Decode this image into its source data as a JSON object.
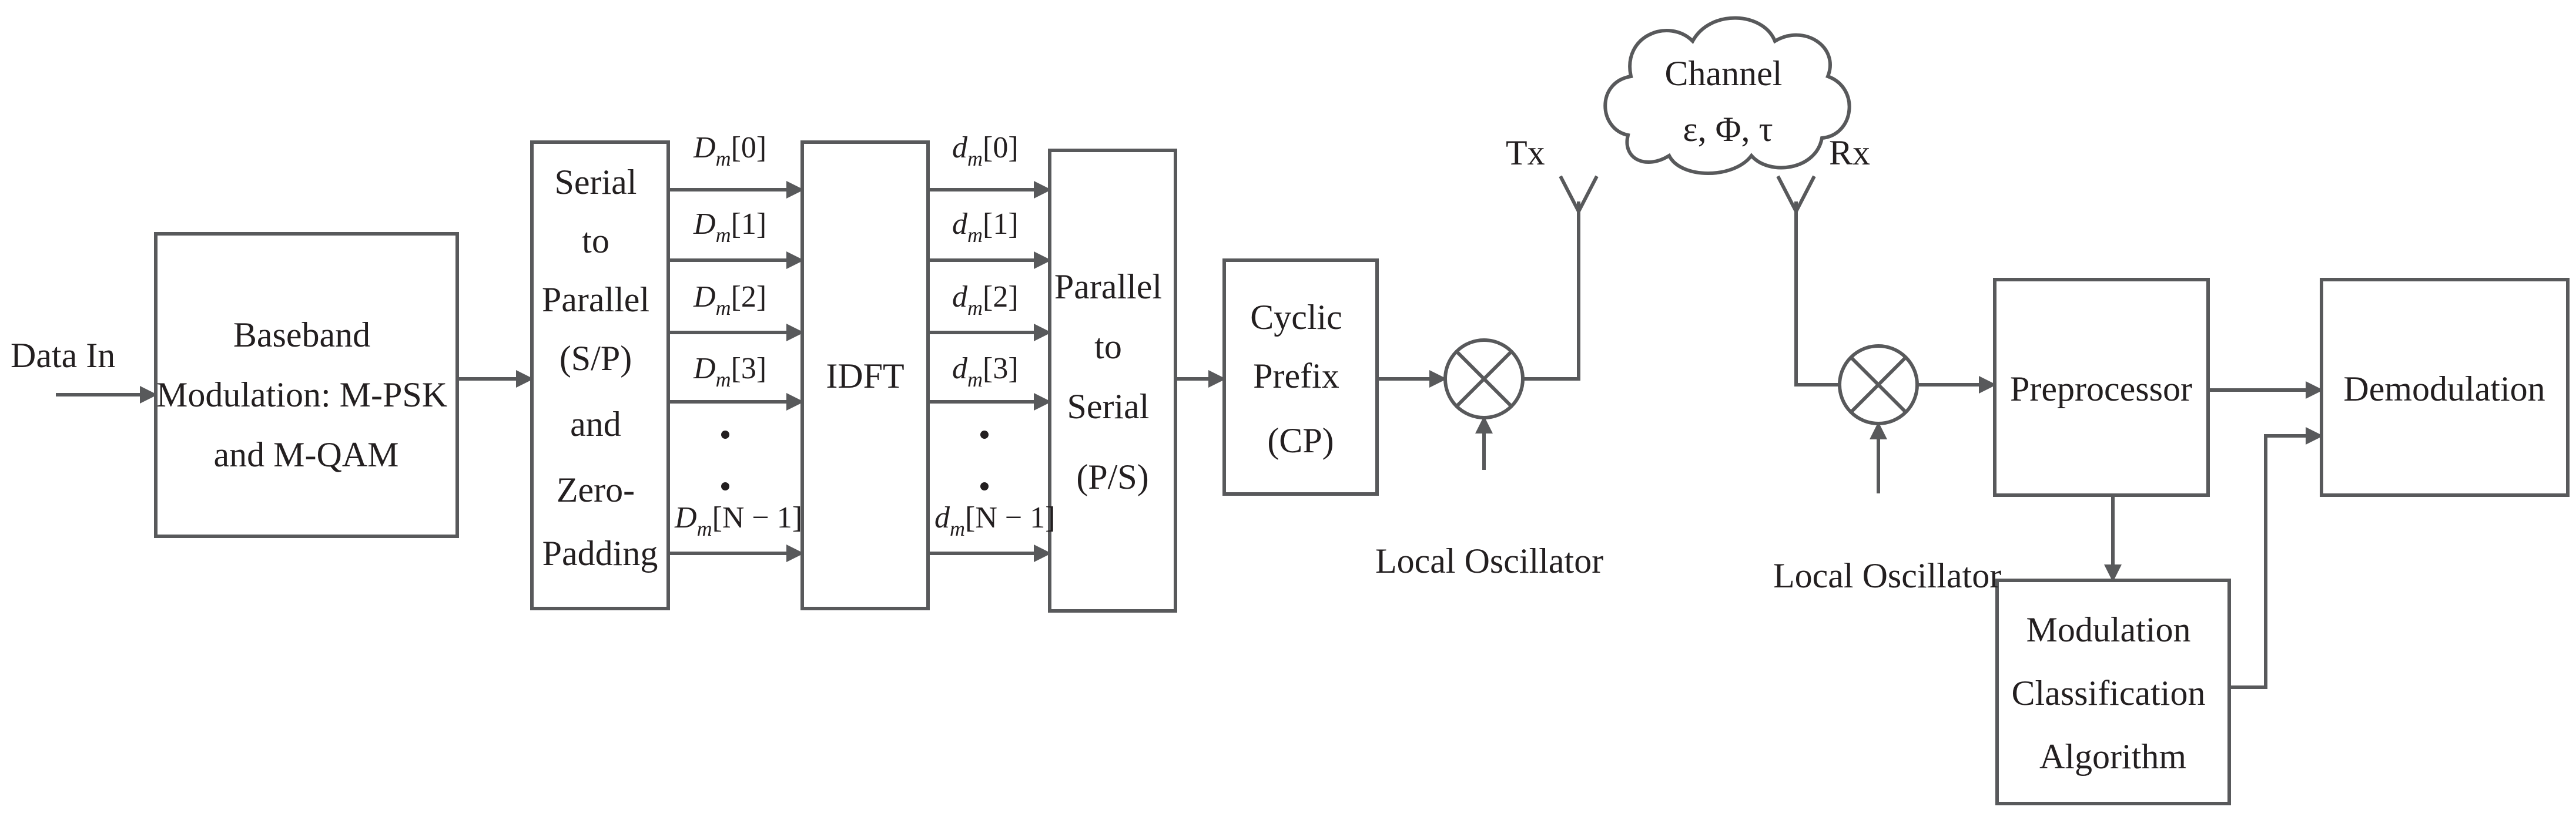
{
  "colors": {
    "line": "#58595b",
    "text": "#231f20",
    "background": "#ffffff"
  },
  "labels": {
    "data_in": "Data In",
    "tx": "Tx",
    "rx": "Rx",
    "lo_tx": "Local Oscillator",
    "lo_rx": "Local Oscillator"
  },
  "blocks": {
    "baseband": [
      "Baseband",
      "Modulation: M-PSK",
      "and M-QAM"
    ],
    "sp": [
      "Serial",
      "to",
      "Parallel",
      "(S/P)",
      "and",
      "Zero-",
      "Padding"
    ],
    "idft": [
      "IDFT"
    ],
    "ps": [
      "Parallel",
      "to",
      "Serial",
      "(P/S)"
    ],
    "cp": [
      "Cyclic",
      "Prefix",
      "(CP)"
    ],
    "pre": [
      "Preprocessor"
    ],
    "demod": [
      "Demodulation"
    ],
    "mca": [
      "Modulation",
      "Classification",
      "Algorithm"
    ]
  },
  "channel": [
    "Channel",
    "ε, Φ, τ"
  ],
  "subcarriers_freq": {
    "symbol": "D",
    "subscript": "m",
    "indices": [
      "[0]",
      "[1]",
      "[2]",
      "[3]",
      "[N − 1]"
    ]
  },
  "subcarriers_time": {
    "symbol": "d",
    "subscript": "m",
    "indices": [
      "[0]",
      "[1]",
      "[2]",
      "[3]",
      "[N − 1]"
    ]
  }
}
